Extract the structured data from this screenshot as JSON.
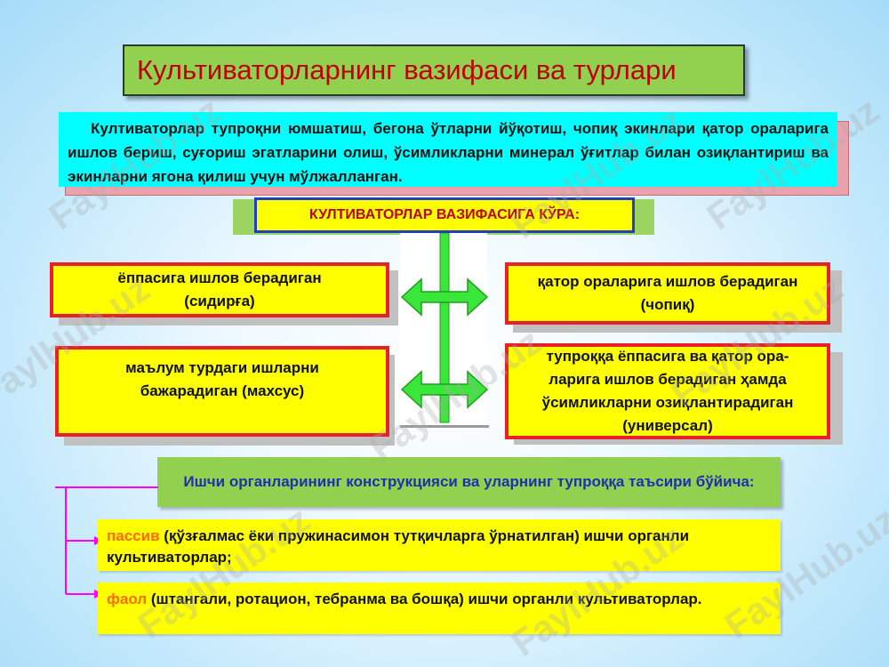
{
  "title": "Культиваторларнинг вазифаси ва турлари",
  "definition": "Култиваторлар тупроқни юмшатиш, бегона ўтларни йўқотиш, чопиқ экинлари қатор ораларига ишлов бериш, суғориш эгатларини олиш, ўсимликларни минерал ўғитлар билан озиқлантириш ва экинларни ягона қилиш учун мўлжалланган.",
  "classification_header": "КУЛТИВАТОРЛАР ВАЗИФАСИГА КЎРА:",
  "types": {
    "continuous": {
      "line1": "ёппасига ишлов берадиган",
      "line2": "(сидирға)"
    },
    "special": {
      "line1": "маълум турдаги ишларни",
      "line2": "бажарадиган (махсус)"
    },
    "row": {
      "line1": "қатор ораларига ишлов берадиган",
      "line2": "(чопиқ)"
    },
    "universal": {
      "line1": "тупроққа ёппасига ва қатор ора-",
      "line2": "ларига ишлов берадиган ҳамда",
      "line3": "ўсимликларни озиқлантирадиган",
      "line4": "(универсал)"
    }
  },
  "construction_header": "Ишчи органларининг конструкцияси ва уларнинг тупроққа таъсири бўйича:",
  "items": [
    {
      "accent": "пассив",
      "text": " (қўзғалмас ёки пружинасимон тутқичларга ўрнатилган) ишчи органли культиваторлар;"
    },
    {
      "accent": "фаол",
      "text": " (штангали, ротацион, тебранма ва бошқа) ишчи органли культиваторлар."
    }
  ],
  "watermark": "FaylHub.uz",
  "colors": {
    "title_bg": "#92d050",
    "title_text": "#c00000",
    "definition_bg": "#00ffff",
    "box_bg": "#ffff00",
    "box_border": "#e8202a",
    "arrow": "#39e639",
    "connector": "#ff00ff",
    "accent_text": "#ff6a00",
    "header_border": "#1f3fbf",
    "sub_text": "#1f2fb0"
  }
}
